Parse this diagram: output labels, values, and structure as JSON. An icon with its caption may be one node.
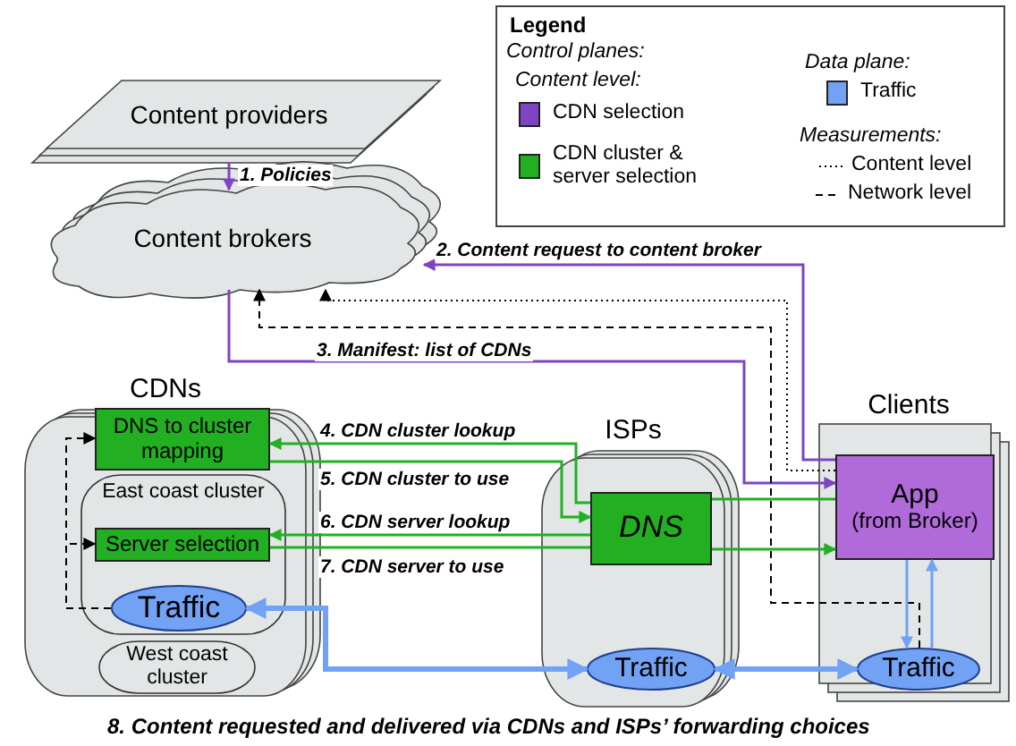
{
  "diagram": {
    "nodes": [
      {
        "text": [
          "Content providers"
        ]
      },
      {
        "text": [
          "Content brokers"
        ]
      },
      {
        "text": [
          "CDNs"
        ]
      },
      {
        "text": [
          "DNS to cluster mapping"
        ],
        "in": 2
      },
      {
        "text": [
          "East coast cluster"
        ],
        "in": 2
      },
      {
        "text": [
          "Server selection"
        ],
        "in": 4
      },
      {
        "text": [
          "Traffic"
        ],
        "in": 4
      },
      {
        "text": [
          "West coast cluster"
        ],
        "in": 2
      },
      {
        "text": [
          "ISPs"
        ]
      },
      {
        "text": [
          "DNS"
        ],
        "in": 8
      },
      {
        "text": [
          "Traffic"
        ],
        "in": 8
      },
      {
        "text": [
          "Clients"
        ]
      },
      {
        "text": [
          "App",
          "(from Broker)"
        ],
        "in": 11
      },
      {
        "text": [
          "Traffic"
        ],
        "in": 11
      }
    ],
    "edges": [
      {
        "from": 0,
        "to": 1,
        "arrow": "to",
        "label": "1. Policies",
        "color": "#7e45c2"
      },
      {
        "from": 12,
        "to": 1,
        "arrow": "to",
        "label": "2. Content request to content broker",
        "color": "#7e45c2"
      },
      {
        "from": 1,
        "to": 12,
        "arrow": "to",
        "label": "3. Manifest: list of CDNs",
        "color": "#7e45c2"
      },
      {
        "from": 12,
        "to": 1,
        "arrow": "to",
        "style": "dashed",
        "color": "#000000"
      },
      {
        "from": 13,
        "to": 1,
        "arrow": "to",
        "style": "dashed",
        "color": "#000000"
      },
      {
        "from": 9,
        "to": 3,
        "arrow": "to",
        "label": "4. CDN cluster lookup"
      },
      {
        "from": 3,
        "to": 9,
        "arrow": "to",
        "label": "5. CDN cluster to use"
      },
      {
        "from": 9,
        "to": 5,
        "arrow": "to",
        "label": "6. CDN server lookup"
      },
      {
        "from": 5,
        "to": 9,
        "arrow": "none",
        "label": "7. CDN server to use"
      },
      {
        "from": 12,
        "to": 9,
        "arrow": "none"
      },
      {
        "from": 9,
        "to": 12,
        "arrow": "to"
      },
      {
        "from": 6,
        "to": 3,
        "arrow": "to",
        "style": "dashed",
        "color": "#000000"
      },
      {
        "from": 6,
        "to": 5,
        "arrow": "to",
        "style": "dashed",
        "color": "#000000"
      },
      {
        "from": 6,
        "to": 10,
        "arrow": "both",
        "style": "thick",
        "color": "#72a2f4"
      },
      {
        "from": 10,
        "to": 13,
        "arrow": "both",
        "style": "thick",
        "color": "#72a2f4"
      },
      {
        "from": 12,
        "to": 13,
        "arrow": "to",
        "color": "#72a2f4"
      },
      {
        "from": 13,
        "to": 12,
        "arrow": "to",
        "color": "#72a2f4"
      }
    ],
    "labels": [
      "Legend",
      "Control planes:",
      "Content level:",
      "Data plane:",
      "Measurements:",
      "8. Content requested and delivered via CDNs and ISPs’ forwarding choices"
    ],
    "legend": [
      {
        "text": "CDN selection",
        "color": "#7e45c2"
      },
      {
        "text": "CDN cluster & server selection",
        "color": "#22b022"
      },
      {
        "text": "Traffic",
        "color": "#72a2f4"
      },
      {
        "text": "Content level"
      },
      {
        "text": "Network level"
      }
    ]
  }
}
